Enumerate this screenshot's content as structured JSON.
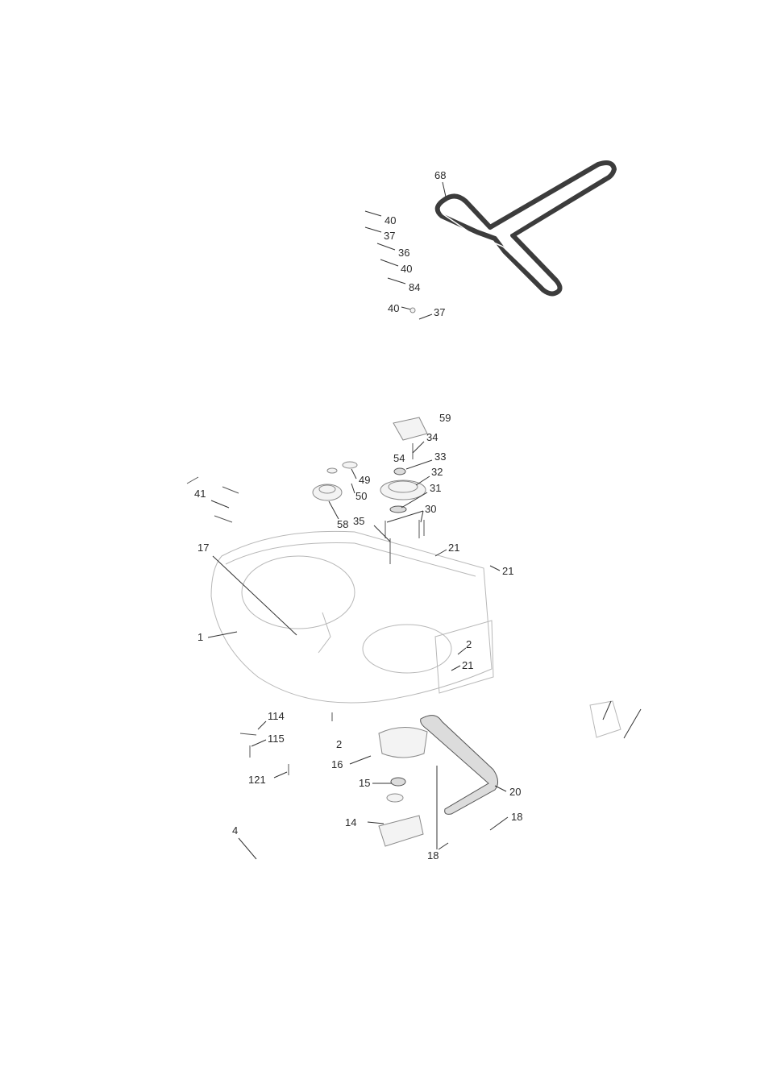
{
  "belt_diagram": {
    "labels": [
      "68",
      "40",
      "37",
      "36",
      "40",
      "84",
      "40",
      "37"
    ]
  },
  "deck_diagram": {
    "labels": [
      "59",
      "34",
      "54",
      "33",
      "32",
      "49",
      "50",
      "31",
      "41",
      "30",
      "58",
      "35",
      "21",
      "17",
      "21",
      "1",
      "2",
      "21",
      "114",
      "115",
      "2",
      "16",
      "121",
      "15",
      "20",
      "14",
      "18",
      "4",
      "18"
    ]
  },
  "colors": {
    "belt": "#3c3c3c",
    "lines": "#333333",
    "faint": "#b8b8b8"
  }
}
